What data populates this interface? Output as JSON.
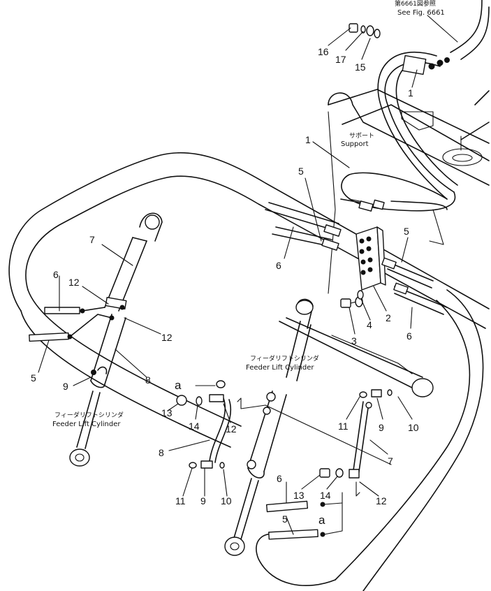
{
  "notes": {
    "see_fig_jp": "第6661図参照",
    "see_fig_en": "See Fig. 6661",
    "support_jp": "サポート",
    "support_en": "Support",
    "feeder_left_jp": "フィーダリフトシリンダ",
    "feeder_left_en": "Feeder Lift Cylinder",
    "feeder_center_jp": "フィーダリフトシリンダ",
    "feeder_center_en": "Feeder Lift Cylinder"
  },
  "callouts": {
    "c16": "16",
    "c17": "17",
    "c15": "15",
    "c1a": "1",
    "c1b": "1",
    "c5a": "5",
    "c6a": "6",
    "c5b": "5",
    "c2": "2",
    "c3": "3",
    "c4": "4",
    "c6b": "6",
    "c7a": "7",
    "c6c": "6",
    "c12a": "12",
    "c12b": "12",
    "c5c": "5",
    "c9a": "9",
    "c8a": "8",
    "c13a": "13",
    "c14a": "14",
    "c12c": "12",
    "c8b": "8",
    "c11a": "11",
    "c9b": "9",
    "c10a": "10",
    "c11b": "11",
    "c9c": "9",
    "c10b": "10",
    "c7b": "7",
    "c6d": "6",
    "c13b": "13",
    "c14b": "14",
    "c12d": "12",
    "c5d": "5"
  },
  "connection_marks": {
    "a_upper": "a",
    "a_lower": "a"
  }
}
